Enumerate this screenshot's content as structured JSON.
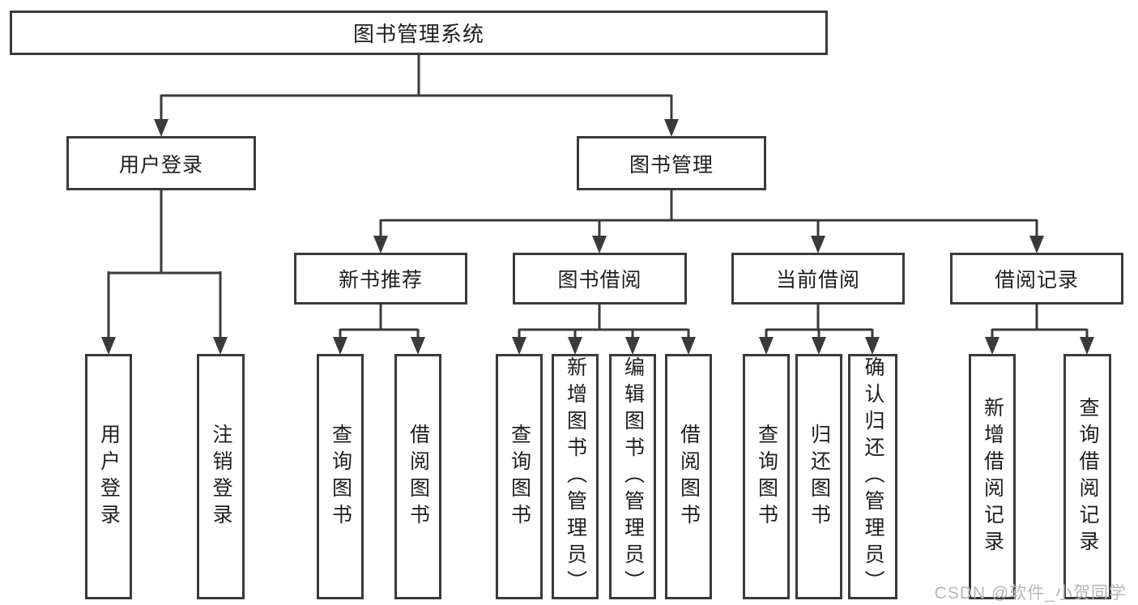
{
  "diagram": {
    "type": "tree",
    "root": {
      "label": "图书管理系统"
    },
    "level2": [
      {
        "label": "用户登录",
        "children": [
          {
            "label": "用户登录"
          },
          {
            "label": "注销登录"
          }
        ]
      },
      {
        "label": "图书管理",
        "children": [
          {
            "label": "新书推荐",
            "children": [
              {
                "label": "查询图书"
              },
              {
                "label": "借阅图书"
              }
            ]
          },
          {
            "label": "图书借阅",
            "children": [
              {
                "label": "查询图书"
              },
              {
                "label": "新增图书（管理员）"
              },
              {
                "label": "编辑图书（管理员）"
              },
              {
                "label": "借阅图书"
              }
            ]
          },
          {
            "label": "当前借阅",
            "children": [
              {
                "label": "查询图书"
              },
              {
                "label": "归还图书"
              },
              {
                "label": "确认归还（管理员）"
              }
            ]
          },
          {
            "label": "借阅记录",
            "children": [
              {
                "label": "新增借阅记录"
              },
              {
                "label": "查询借阅记录"
              }
            ]
          }
        ]
      }
    ]
  },
  "watermark": {
    "text": "CSDN @软件_小贺同学"
  },
  "colors": {
    "line": "#3a3a3a",
    "box_border": "#3a3a3a",
    "text": "#1e1e1e",
    "background": "#ffffff",
    "watermark": "#b6b6b6"
  }
}
